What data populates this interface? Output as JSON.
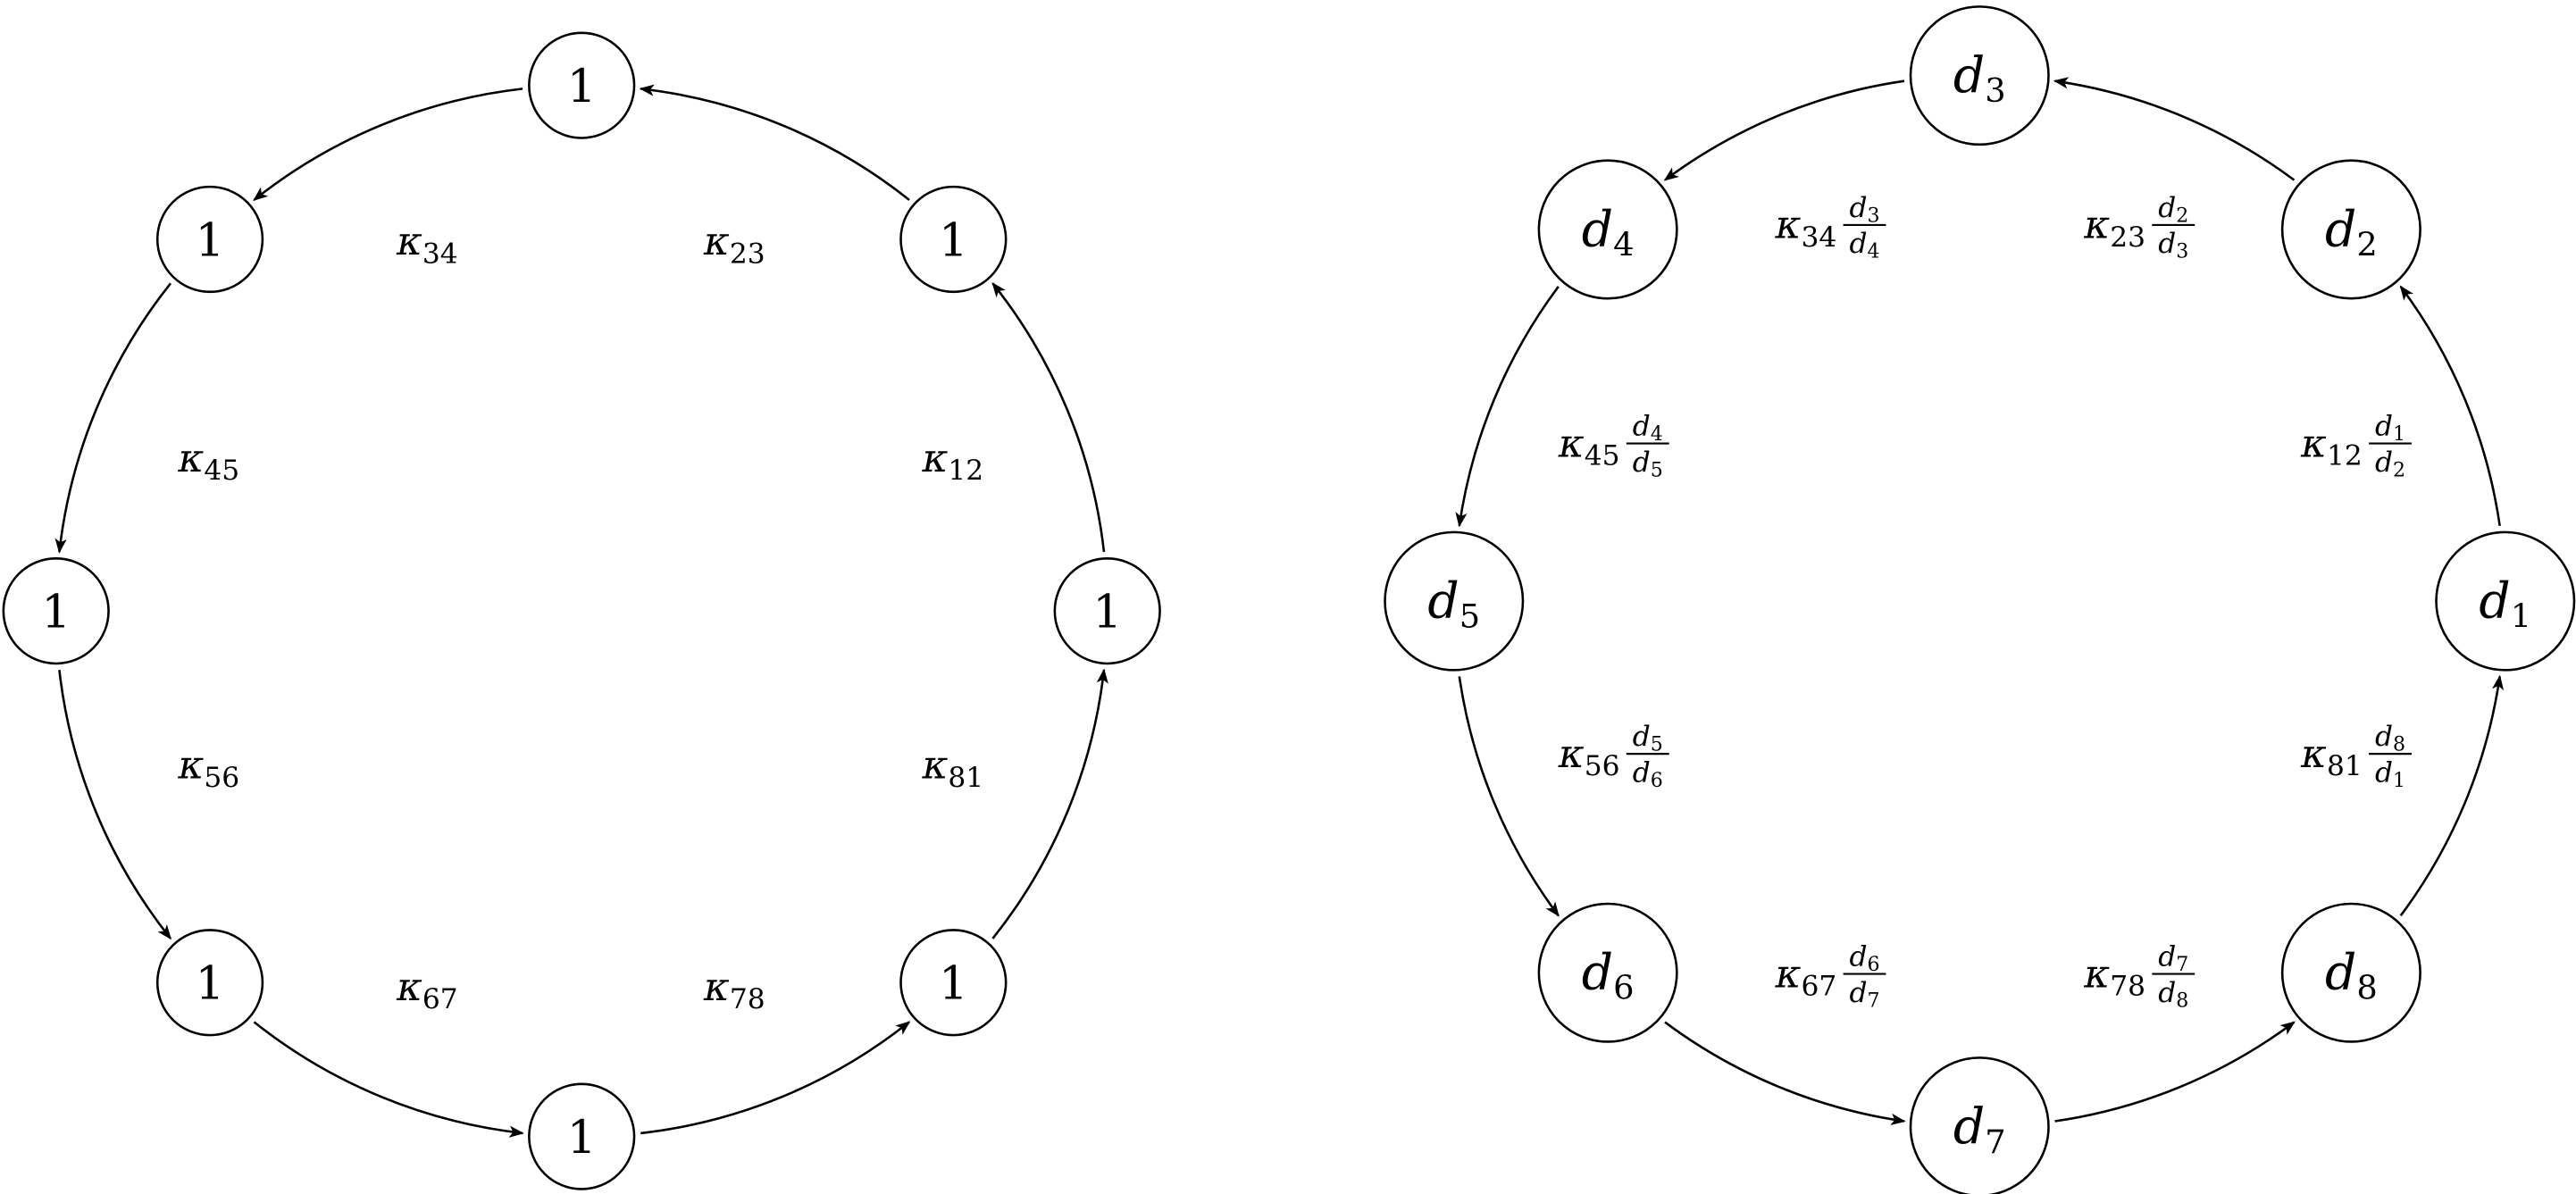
{
  "colors": {
    "stroke": "#000000",
    "background": "#ffffff"
  },
  "left_graph": {
    "nodes": [
      {
        "id": 1,
        "label": "1"
      },
      {
        "id": 2,
        "label": "1"
      },
      {
        "id": 3,
        "label": "1"
      },
      {
        "id": 4,
        "label": "1"
      },
      {
        "id": 5,
        "label": "1"
      },
      {
        "id": 6,
        "label": "1"
      },
      {
        "id": 7,
        "label": "1"
      },
      {
        "id": 8,
        "label": "1"
      }
    ],
    "edges": [
      {
        "from": 1,
        "to": 2,
        "rate": "κ",
        "sub": "12"
      },
      {
        "from": 2,
        "to": 3,
        "rate": "κ",
        "sub": "23"
      },
      {
        "from": 3,
        "to": 4,
        "rate": "κ",
        "sub": "34"
      },
      {
        "from": 4,
        "to": 5,
        "rate": "κ",
        "sub": "45"
      },
      {
        "from": 5,
        "to": 6,
        "rate": "κ",
        "sub": "56"
      },
      {
        "from": 6,
        "to": 7,
        "rate": "κ",
        "sub": "67"
      },
      {
        "from": 7,
        "to": 8,
        "rate": "κ",
        "sub": "78"
      },
      {
        "from": 8,
        "to": 1,
        "rate": "κ",
        "sub": "81"
      }
    ]
  },
  "right_graph": {
    "nodes": [
      {
        "id": 1,
        "label": "d",
        "sub": "1"
      },
      {
        "id": 2,
        "label": "d",
        "sub": "2"
      },
      {
        "id": 3,
        "label": "d",
        "sub": "3"
      },
      {
        "id": 4,
        "label": "d",
        "sub": "4"
      },
      {
        "id": 5,
        "label": "d",
        "sub": "5"
      },
      {
        "id": 6,
        "label": "d",
        "sub": "6"
      },
      {
        "id": 7,
        "label": "d",
        "sub": "7"
      },
      {
        "id": 8,
        "label": "d",
        "sub": "8"
      }
    ],
    "edges": [
      {
        "from": 1,
        "to": 2,
        "rate": "κ",
        "sub": "12",
        "num": [
          "d",
          "1"
        ],
        "den": [
          "d",
          "2"
        ]
      },
      {
        "from": 2,
        "to": 3,
        "rate": "κ",
        "sub": "23",
        "num": [
          "d",
          "2"
        ],
        "den": [
          "d",
          "3"
        ]
      },
      {
        "from": 3,
        "to": 4,
        "rate": "κ",
        "sub": "34",
        "num": [
          "d",
          "3"
        ],
        "den": [
          "d",
          "4"
        ]
      },
      {
        "from": 4,
        "to": 5,
        "rate": "κ",
        "sub": "45",
        "num": [
          "d",
          "4"
        ],
        "den": [
          "d",
          "5"
        ]
      },
      {
        "from": 5,
        "to": 6,
        "rate": "κ",
        "sub": "56",
        "num": [
          "d",
          "5"
        ],
        "den": [
          "d",
          "6"
        ]
      },
      {
        "from": 6,
        "to": 7,
        "rate": "κ",
        "sub": "67",
        "num": [
          "d",
          "6"
        ],
        "den": [
          "d",
          "7"
        ]
      },
      {
        "from": 7,
        "to": 8,
        "rate": "κ",
        "sub": "78",
        "num": [
          "d",
          "7"
        ],
        "den": [
          "d",
          "8"
        ]
      },
      {
        "from": 8,
        "to": 1,
        "rate": "κ",
        "sub": "81",
        "num": [
          "d",
          "8"
        ],
        "den": [
          "d",
          "1"
        ]
      }
    ]
  }
}
